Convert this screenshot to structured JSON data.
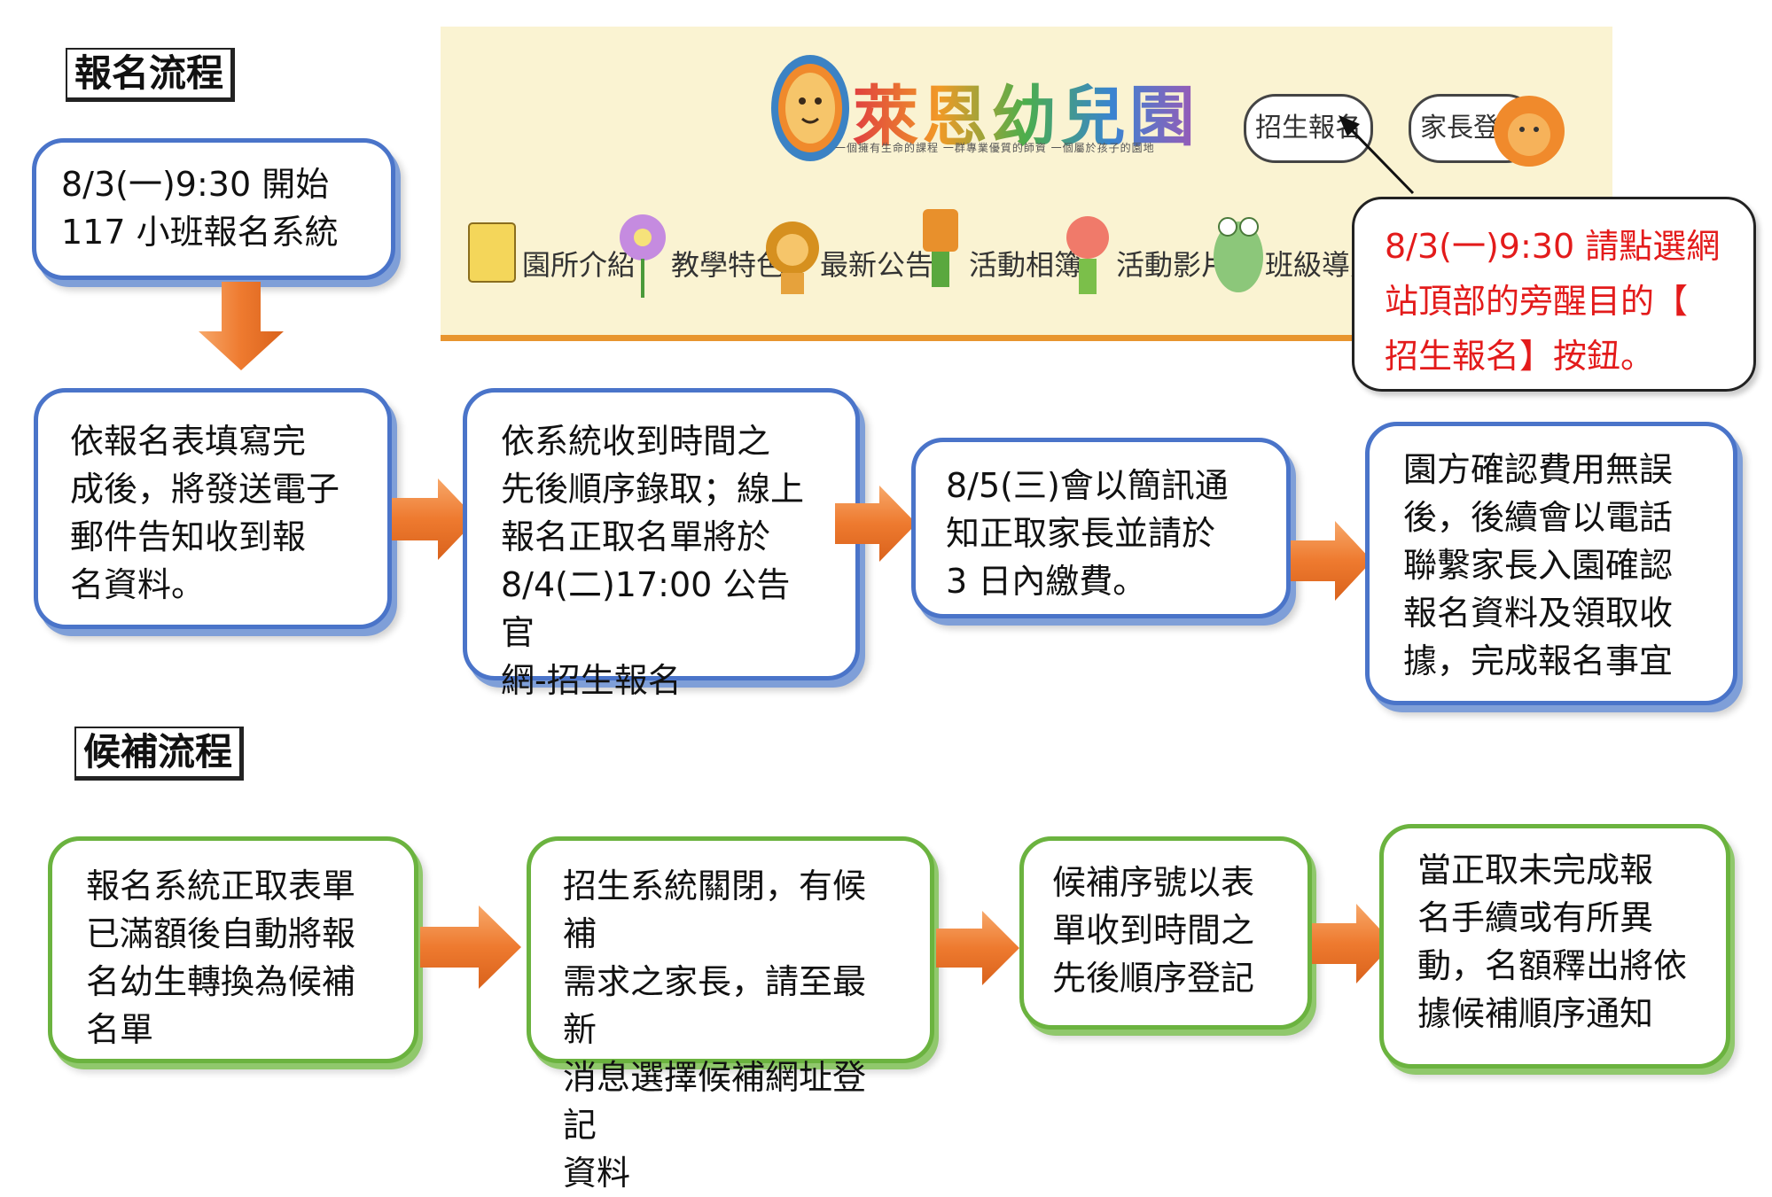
{
  "registration": {
    "title": "報名流程",
    "start_box": "8/3(一)9:30 開始\n117 小班報名系統",
    "steps": [
      "依報名表填寫完\n成後，將發送電子\n郵件告知收到報\n名資料。",
      "依系統收到時間之\n先後順序錄取；線上\n報名正取名單將於\n8/4(二)17:00 公告官\n網-招生報名",
      "8/5(三)會以簡訊通\n知正取家長並請於\n3 日內繳費。",
      "園方確認費用無誤\n後，後續會以電話\n聯繫家長入園確認\n報名資料及領取收\n據，完成報名事宜"
    ]
  },
  "website": {
    "logo_text": "萊恩幼兒園",
    "tagline": "一個擁有生命的課程 一群專業優質的師資 一個屬於孩子的園地",
    "enroll_button": "招生報名",
    "parent_login_button": "家長登入",
    "nav": [
      "園所介紹",
      "教學特色",
      "最新公告",
      "活動相簿",
      "活動影片",
      "班級導覽"
    ],
    "note": "8/3(一)9:30 請點選網\n站頂部的旁醒目的【\n招生報名】按鈕。"
  },
  "waitlist": {
    "title": "候補流程",
    "steps": [
      "報名系統正取表單\n已滿額後自動將報\n名幼生轉換為候補\n名單",
      "招生系統關閉，有候補\n需求之家長，請至最新\n消息選擇候補網址登記\n資料",
      "候補序號以表\n單收到時間之\n先後順序登記",
      "當正取未完成報\n名手續或有所異\n動，名額釋出將依\n據候補順序通知"
    ]
  },
  "colors": {
    "blue_border": "#4a74c9",
    "green_border": "#6bb33f",
    "arrow_orange": "#ee7a2f",
    "note_red": "#e31b1b",
    "banner_bg": "#faf3d2"
  }
}
